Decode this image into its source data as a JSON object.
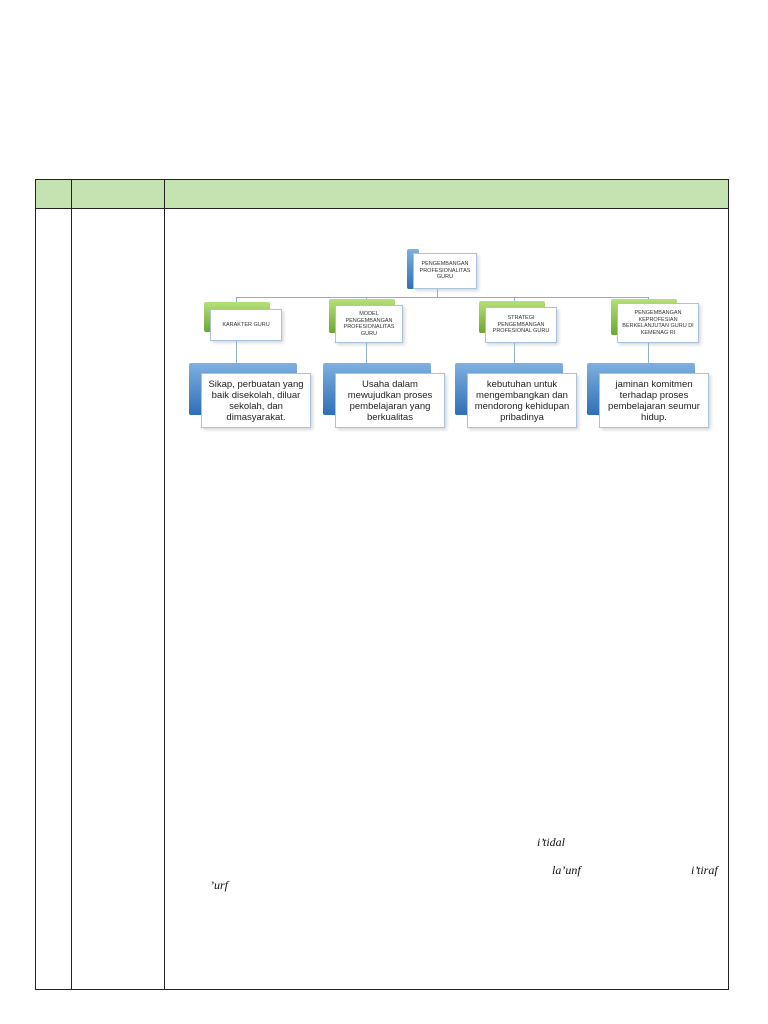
{
  "org_chart": {
    "root": "PENGEMBANGAN PROFESIONALITAS GURU",
    "children": [
      {
        "label": "KARAKTER GURU",
        "description": "Sikap, perbuatan yang baik disekolah, diluar sekolah, dan dimasyarakat."
      },
      {
        "label": "MODEL PENGEMBANGAN PROFESIONALITAS GURU",
        "description": "Usaha dalam mewujudkan proses pembelajaran yang berkualitas"
      },
      {
        "label": "STRATEGI PENGEMBANGAN PROFESIONAL GURU",
        "description": "kebutuhan untuk mengembangkan dan mendorong kehidupan pribadinya"
      },
      {
        "label": "PENGEMBANGAN KEPROFESIAN BERKELANJUTAN GURU DI KEMENAG RI",
        "description": "jaminan komitmen terhadap proses pembelajaran seumur hidup."
      }
    ]
  },
  "fragments": {
    "itidal": "i’tidal",
    "launf": "la’unf",
    "itiraf": "i’tiraf",
    "urf": "’urf"
  }
}
